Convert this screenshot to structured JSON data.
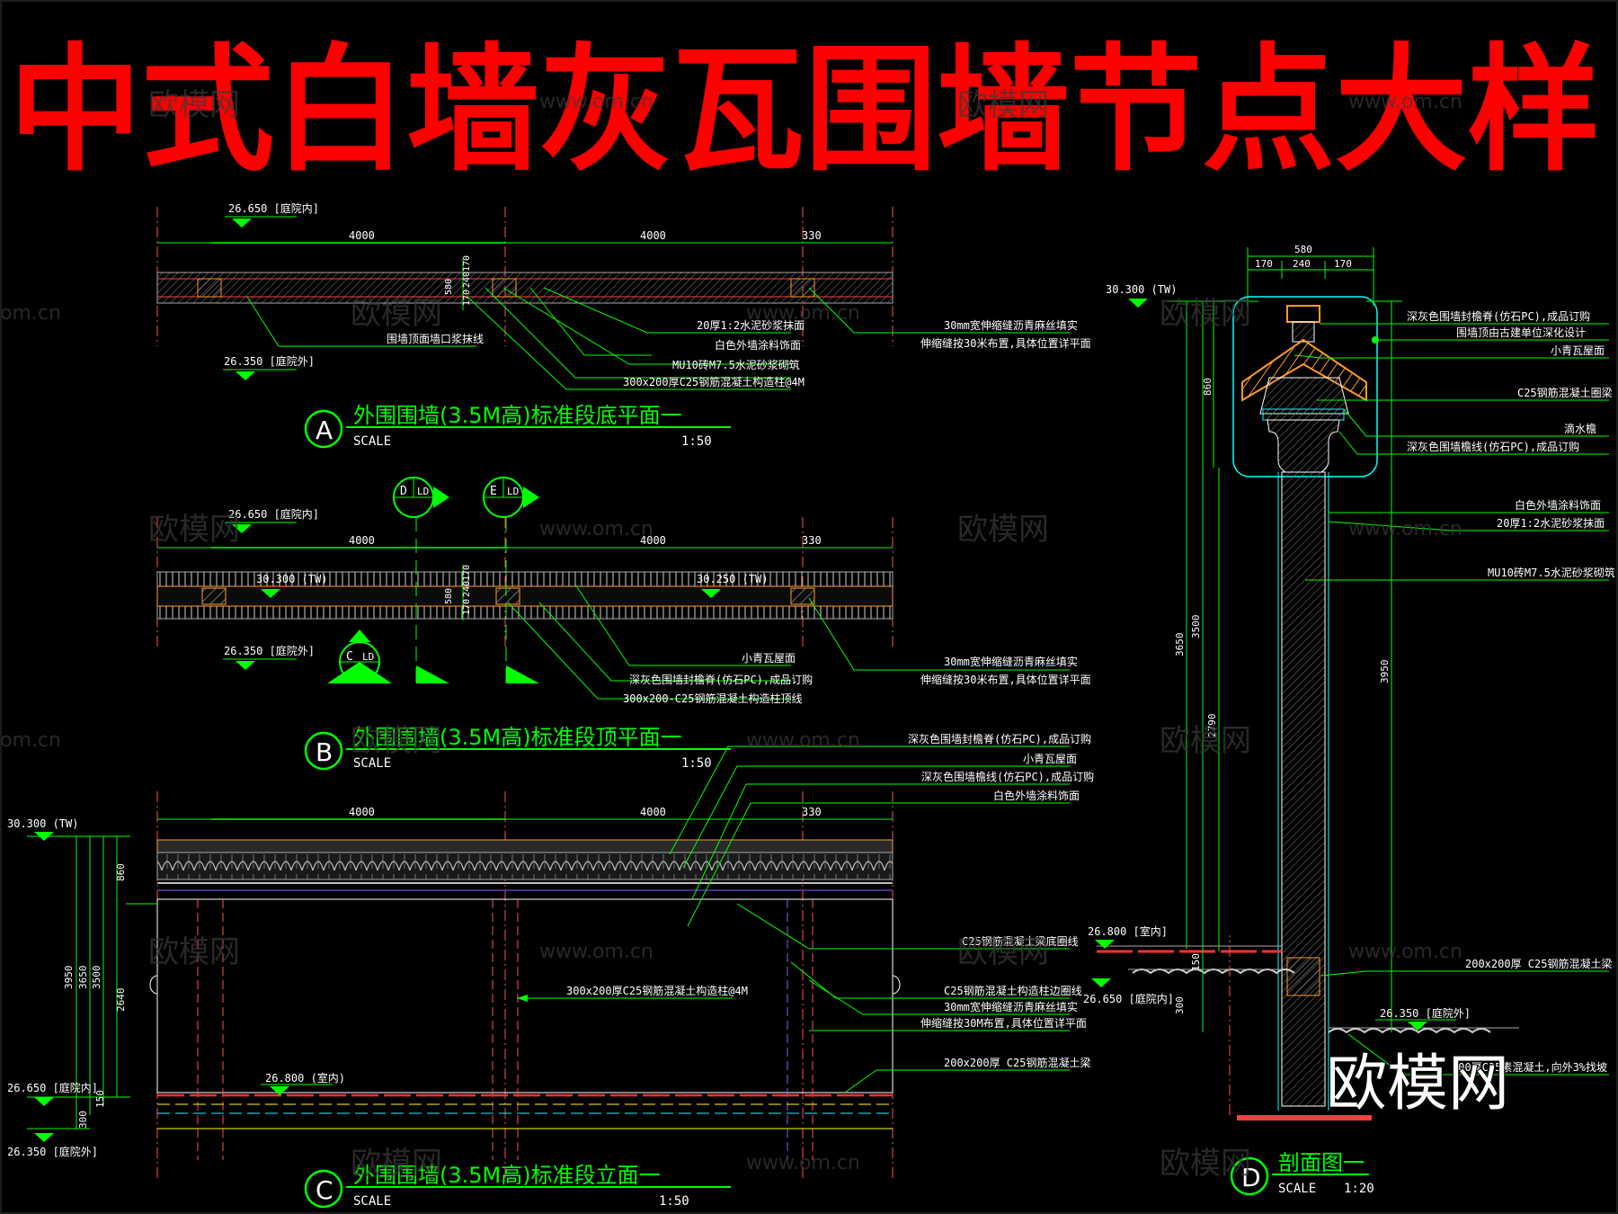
{
  "title": "中式白墙灰瓦围墙节点大样",
  "watermark_text": "欧模网",
  "watermark_url": "www.om.cn",
  "watermark_domain": "om.cn",
  "logo_text": "欧模网",
  "colors": {
    "background": "#000000",
    "title": "#ff0000",
    "dimension": "#00ff00",
    "wall": "#7a7a7a",
    "accent_cyan": "#00ffff",
    "roof": "#ff7f00",
    "white": "#ffffff",
    "magenta": "#8a5cff"
  },
  "view_a": {
    "marker": "A",
    "title": "外围围墙(3.5M高)标准段底平面一",
    "scale_label": "SCALE",
    "scale": "1:50",
    "elev_top": "26.650 [庭院内]",
    "elev_bottom": "26.350 [庭院外]",
    "dims": [
      "4000",
      "4000",
      "330"
    ],
    "dim_side": [
      "580",
      "170",
      "240",
      "170"
    ],
    "notes_left": [
      "20厚1:2水泥砂浆抹面",
      "白色外墙涂料饰面",
      "MU10砖M7.5水泥砂浆砌筑",
      "300x200厚C25钢筋混凝土构造柱@4M",
      "围墙顶面墙口浆抹线"
    ],
    "notes_right": [
      "30mm宽伸缩缝沥青麻丝填实",
      "伸缩缝按30米布置,具体位置详平面"
    ]
  },
  "view_b": {
    "marker": "B",
    "title": "外围围墙(3.5M高)标准段顶平面一",
    "scale_label": "SCALE",
    "scale": "1:50",
    "elev_top": "26.650 [庭院内]",
    "elev_bottom": "26.350 [庭院外]",
    "elev_tw1": "30.300 (TW)",
    "elev_tw2": "30.250 (TW)",
    "dims": [
      "4000",
      "4000",
      "330"
    ],
    "dim_side": [
      "580",
      "170",
      "240",
      "170"
    ],
    "section_tags": [
      {
        "letter": "D",
        "ref": "LD"
      },
      {
        "letter": "E",
        "ref": "LD"
      },
      {
        "letter": "C",
        "ref": "LD"
      }
    ],
    "notes_left": [
      "小青瓦屋面",
      "深灰色围墙封檐脊(仿石PC),成品订购",
      "300x200-C25钢筋混凝土构造柱顶线"
    ],
    "notes_right": [
      "30mm宽伸缩缝沥青麻丝填实",
      "伸缩缝按30米布置,具体位置详平面"
    ]
  },
  "view_c": {
    "marker": "C",
    "title": "外围围墙(3.5M高)标准段立面一",
    "scale_label": "SCALE",
    "scale": "1:50",
    "elev_tw": "30.300 (TW)",
    "elev_in": "26.650 [庭院内]",
    "elev_out": "26.350 [庭院外]",
    "elev_room": "26.800 (室内)",
    "dims": [
      "4000",
      "4000",
      "330"
    ],
    "vertical_dims": [
      "860",
      "3950",
      "3650",
      "3500",
      "2640",
      "150",
      "300"
    ],
    "notes_top": [
      "深灰色围墙封檐脊(仿石PC),成品订购",
      "小青瓦屋面",
      "深灰色围墙檐线(仿石PC),成品订购",
      "白色外墙涂料饰面"
    ],
    "note_column": "300x200厚C25钢筋混凝土构造柱@4M",
    "notes_right": [
      "C25钢筋混凝土梁底圈线",
      "C25钢筋混凝土构造柱边圈线",
      "30mm宽伸缩缝沥青麻丝填实",
      "伸缩缝按30M布置,具体位置详平面",
      "200x200厚 C25钢筋混凝土梁"
    ]
  },
  "view_d": {
    "marker": "D",
    "title": "剖面图一",
    "scale_label": "SCALE",
    "scale": "1:20",
    "elev_tw": "30.300 (TW)",
    "elev_room": "26.800 [室内]",
    "elev_in": "26.650 [庭院内]",
    "elev_out": "26.350 [庭院外]",
    "top_dims": [
      "580",
      "170",
      "240",
      "170"
    ],
    "vertical_dims": [
      "860",
      "3650",
      "3500",
      "2790",
      "3950",
      "150",
      "300"
    ],
    "notes": [
      "深灰色围墙封檐脊(仿石PC),成品订购",
      "围墙顶由古建单位深化设计",
      "小青瓦屋面",
      "C25钢筋混凝土圈梁",
      "滴水檐",
      "深灰色围墙檐线(仿石PC),成品订购",
      "白色外墙涂料饰面",
      "20厚1:2水泥砂浆抹面",
      "MU10砖M7.5水泥砂浆砌筑",
      "200x200厚 C25钢筋混凝土梁",
      "200厚C25素混凝土,向外3%找坡"
    ]
  }
}
